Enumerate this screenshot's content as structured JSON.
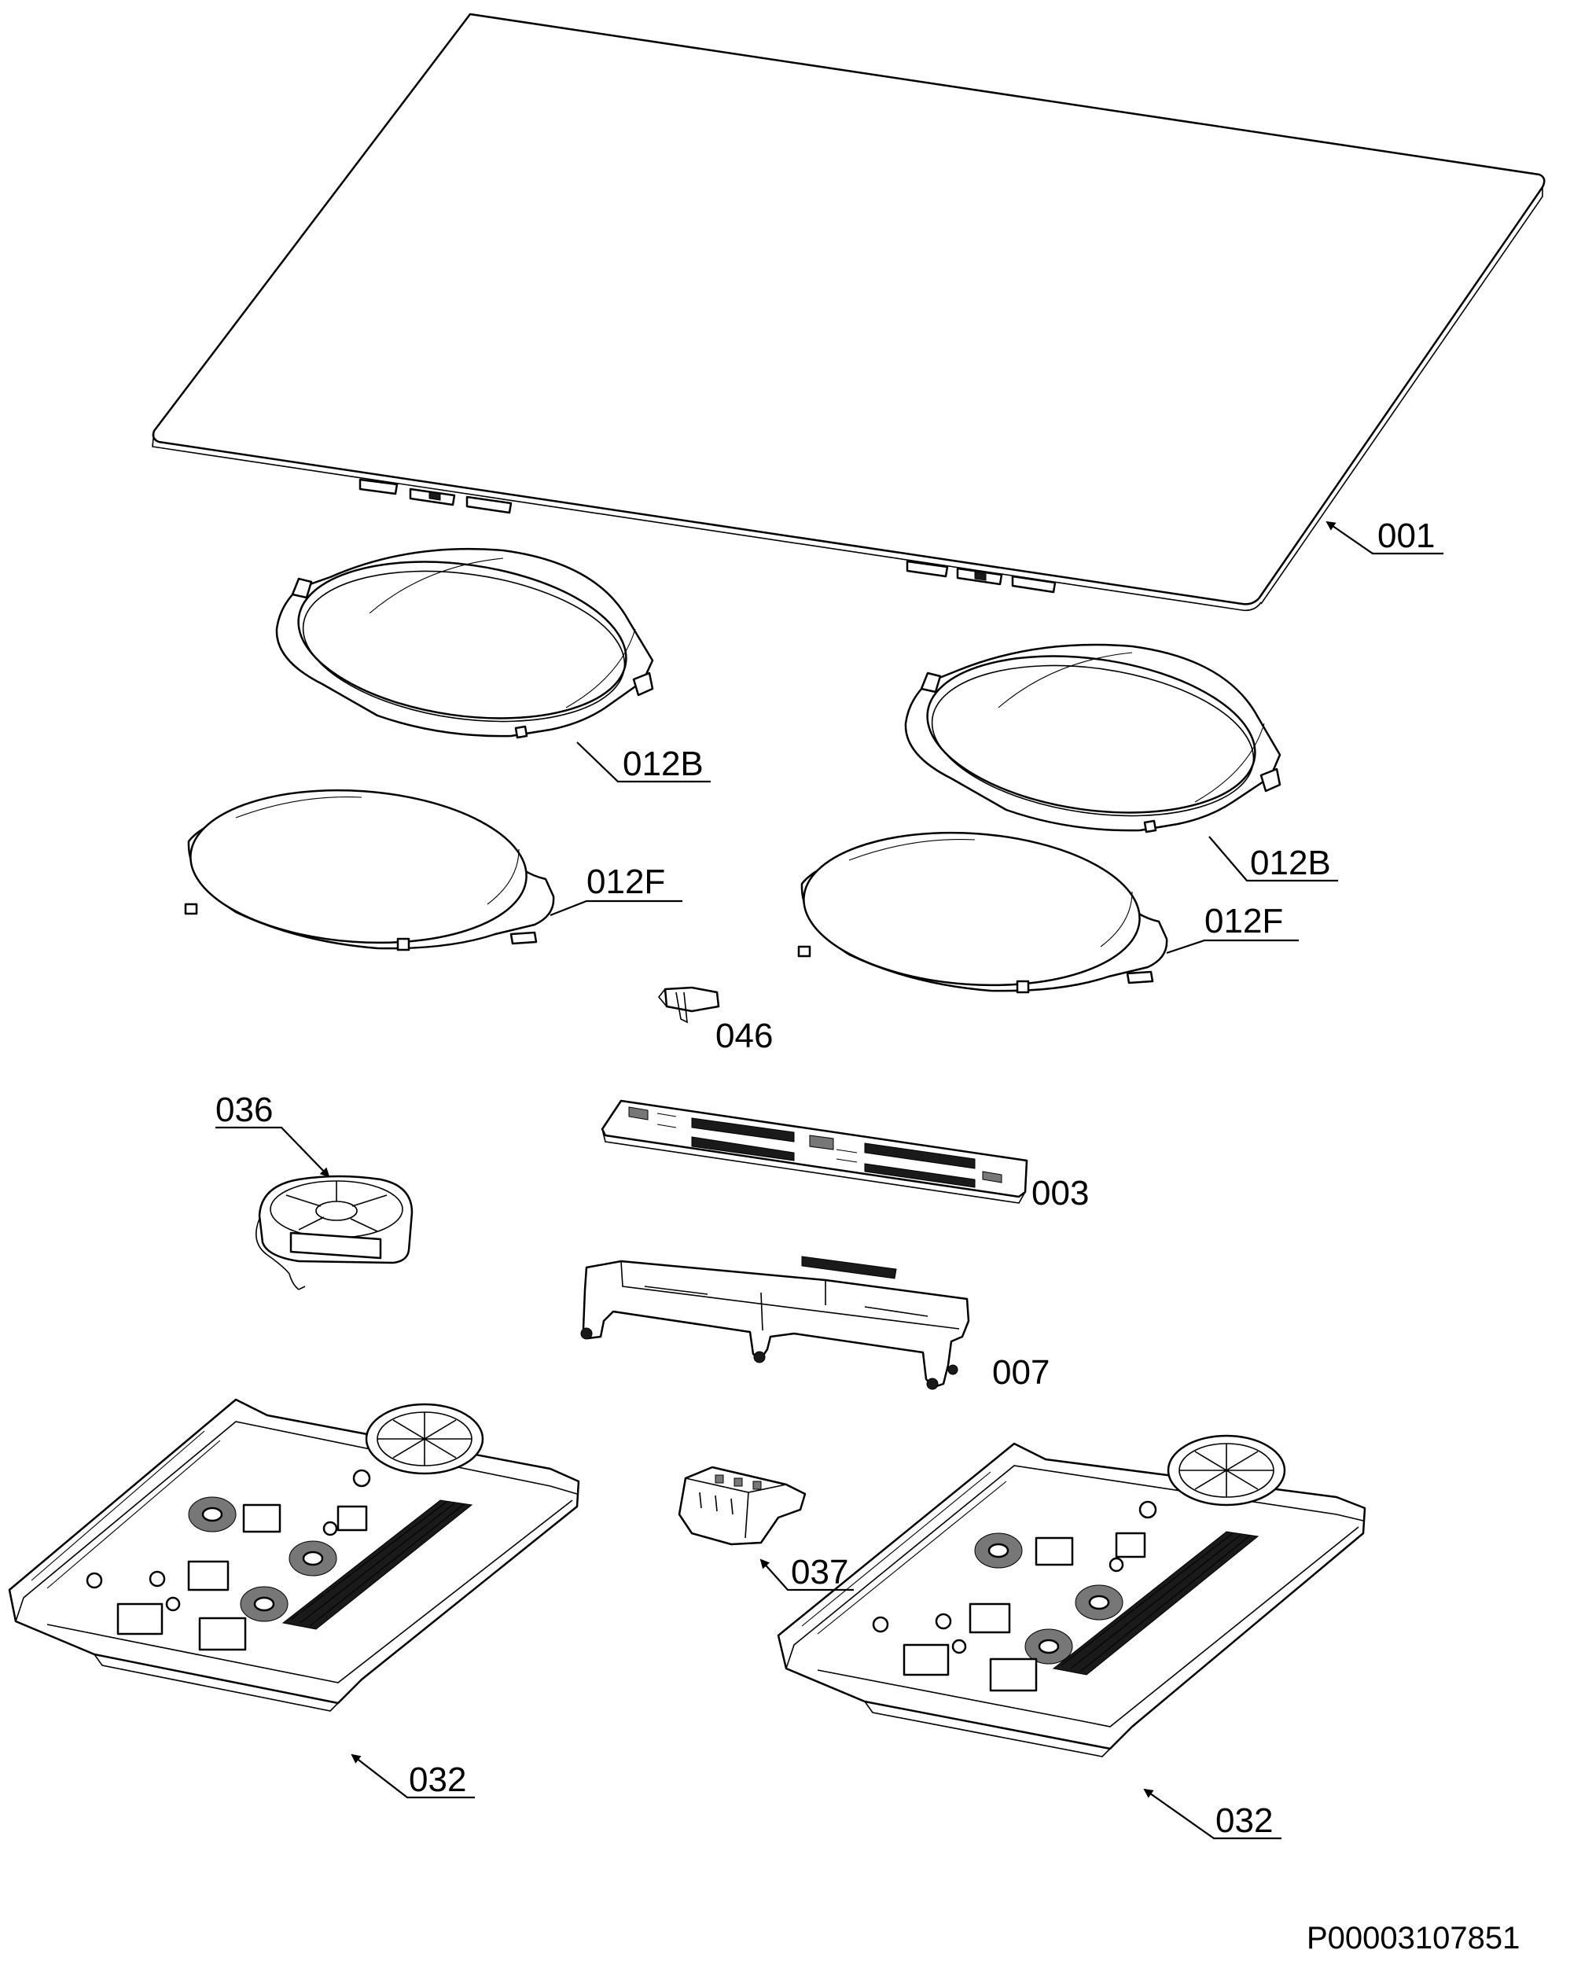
{
  "diagram": {
    "type": "exploded-parts-view",
    "document_id": "P00003107851",
    "callouts": [
      {
        "id": "001",
        "label": "001"
      },
      {
        "id": "012B-left",
        "label": "012B"
      },
      {
        "id": "012B-right",
        "label": "012B"
      },
      {
        "id": "012F-left",
        "label": "012F"
      },
      {
        "id": "012F-right",
        "label": "012F"
      },
      {
        "id": "046",
        "label": "046"
      },
      {
        "id": "036",
        "label": "036"
      },
      {
        "id": "003",
        "label": "003"
      },
      {
        "id": "007",
        "label": "007"
      },
      {
        "id": "037",
        "label": "037"
      },
      {
        "id": "032-left",
        "label": "032"
      },
      {
        "id": "032-right",
        "label": "032"
      }
    ]
  }
}
